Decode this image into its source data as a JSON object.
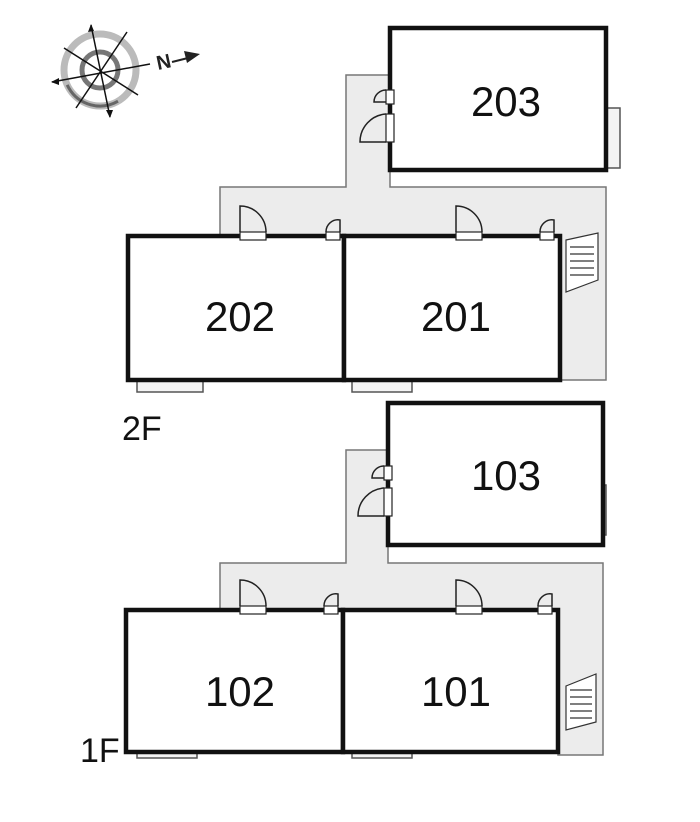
{
  "compass": {
    "north_label": "N"
  },
  "floors": {
    "second": {
      "label": "2F",
      "rooms": [
        "203",
        "202",
        "201"
      ]
    },
    "first": {
      "label": "1F",
      "rooms": [
        "103",
        "102",
        "101"
      ]
    }
  },
  "colors": {
    "wall": "#111111",
    "corridor": "#ececec"
  }
}
